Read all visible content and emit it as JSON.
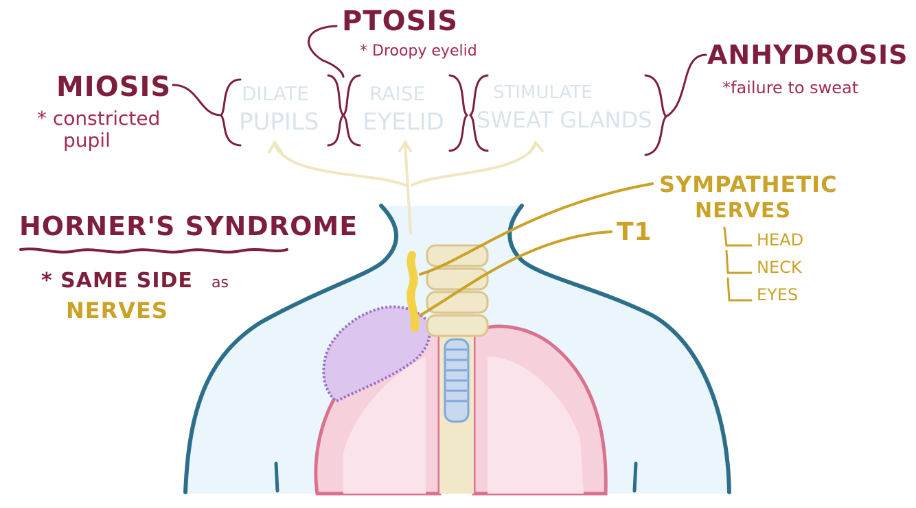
{
  "colors": {
    "maroon": "#7d1f3c",
    "pink": "#a22a55",
    "gold": "#c9a227",
    "faint_blue": "#d8e4ec",
    "body_outline": "#2d6f8a",
    "body_fill": "#eaf6fb",
    "lung_fill": "#f6d1dc",
    "lung_outline": "#d9728f",
    "tumor_fill": "#dcc6ee",
    "tumor_outline": "#9b6fc7",
    "spine_fill": "#f1e7c9",
    "trachea": "#7fa8d9"
  },
  "labels": {
    "ptosis_title": "PTOSIS",
    "ptosis_note": "* Droopy eyelid",
    "miosis_title": "MIOSIS",
    "miosis_note_1": "* constricted",
    "miosis_note_2": "pupil",
    "anhydrosis_title": "ANHYDROSIS",
    "anhydrosis_note": "*failure to sweat",
    "dilate_1": "DILATE",
    "dilate_2": "PUPILS",
    "raise_1": "RAISE",
    "raise_2": "EYELID",
    "stimulate_1": "STIMULATE",
    "stimulate_2": "SWEAT GLANDS",
    "horners_title": "HORNER'S SYNDROME",
    "same_side_1": "* SAME SIDE",
    "same_side_as": "as",
    "same_side_2": "NERVES",
    "symp_1": "SYMPATHETIC",
    "symp_2": "NERVES",
    "t1": "T1",
    "head": "HEAD",
    "neck": "NECK",
    "eyes": "EYES"
  }
}
